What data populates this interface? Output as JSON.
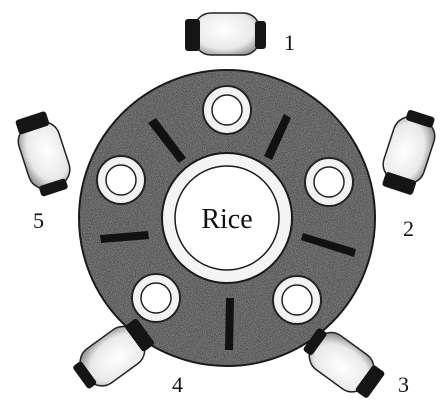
{
  "diagram": {
    "center_label": "Rice",
    "seat_labels": [
      "1",
      "2",
      "3",
      "4",
      "5"
    ],
    "colors": {
      "table_surface": "#6f6f6f",
      "chopsticks": "#111111",
      "plate_fill": "#f2f2f2",
      "plate_stroke": "#222222",
      "chair_cushion": "#f4f4f4",
      "chair_back": "#151515"
    }
  }
}
